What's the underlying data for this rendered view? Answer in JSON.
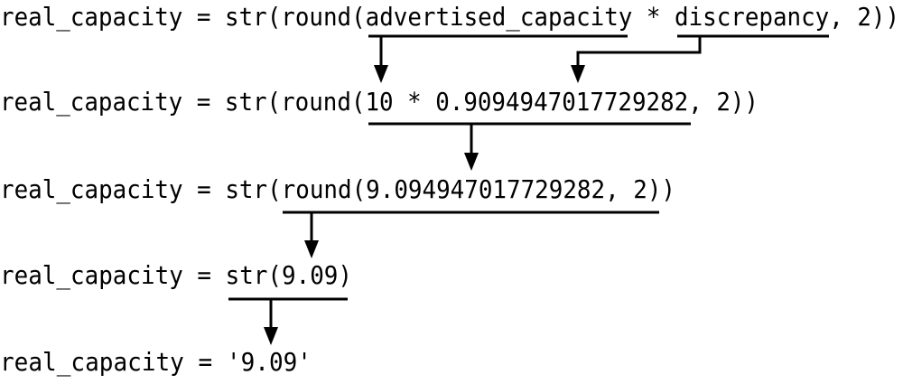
{
  "lines": [
    "real_capacity = str(round(advertised_capacity * discrepancy, 2))",
    "real_capacity = str(round(10 * 0.9094947017729282, 2))",
    "real_capacity = str(round(9.094947017729282, 2))",
    "real_capacity = str(9.09)",
    "real_capacity = '9.09'"
  ],
  "colors": {
    "ink": "#000000",
    "background": "#ffffff"
  }
}
